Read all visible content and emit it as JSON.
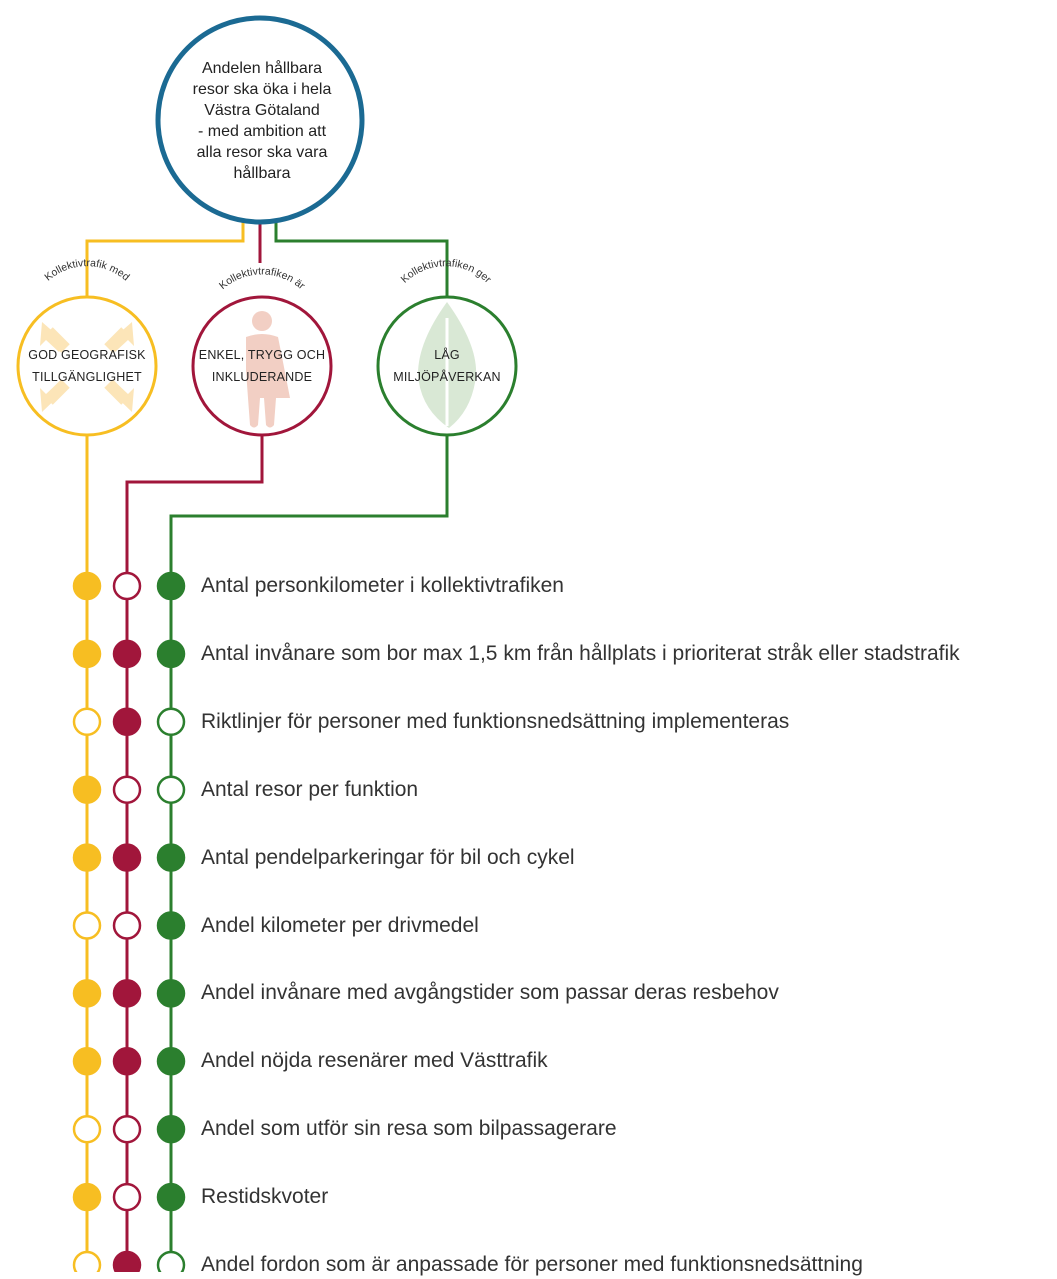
{
  "colors": {
    "blue": "#1b6a93",
    "yellow": "#f7be22",
    "red": "#a1163b",
    "green": "#2b7f2e",
    "yellow_icon": "#fce5b8",
    "red_icon": "#f2cfc4",
    "green_icon": "#d9e8d5"
  },
  "goal": {
    "text": "Andelen hållbara\nresor ska öka i hela\nVästra Götaland\n- med ambition att\nalla resor ska vara\nhållbara"
  },
  "goals": [
    {
      "key": "geography",
      "color": "yellow",
      "arc_label": "Kollektivtrafik med",
      "text": "GOD GEOGRAFISK\nTILLGÄNGLIGHET",
      "icon": "four-arrows-icon"
    },
    {
      "key": "inclusion",
      "color": "red",
      "arc_label": "Kollektivtrafiken är",
      "text": "ENKEL, TRYGG OCH\nINKLUDERANDE",
      "icon": "person-icon"
    },
    {
      "key": "environment",
      "color": "green",
      "arc_label": "Kollektivtrafiken ger",
      "text": "LÅG\nMILJÖPÅVERKAN",
      "icon": "leaf-icon"
    }
  ],
  "indicators": [
    {
      "label": "Antal personkilometer i kollektivtrafiken",
      "yellow": true,
      "red": false,
      "green": true
    },
    {
      "label": "Antal invånare som bor max 1,5 km från hållplats i prioriterat stråk eller stadstrafik",
      "yellow": true,
      "red": true,
      "green": true
    },
    {
      "label": "Riktlinjer för personer med funktionsnedsättning implementeras",
      "yellow": false,
      "red": true,
      "green": false
    },
    {
      "label": "Antal resor per funktion",
      "yellow": true,
      "red": false,
      "green": false
    },
    {
      "label": "Antal pendelparkeringar för bil och cykel",
      "yellow": true,
      "red": true,
      "green": true
    },
    {
      "label": "Andel kilometer per drivmedel",
      "yellow": false,
      "red": false,
      "green": true
    },
    {
      "label": "Andel invånare med avgångstider som passar deras resbehov",
      "yellow": true,
      "red": true,
      "green": true
    },
    {
      "label": "Andel nöjda resenärer med Västtrafik",
      "yellow": true,
      "red": true,
      "green": true
    },
    {
      "label": "Andel som utför sin resa som bilpassagerare",
      "yellow": false,
      "red": false,
      "green": true
    },
    {
      "label": "Restidskvoter",
      "yellow": true,
      "red": false,
      "green": true
    },
    {
      "label": "Andel fordon som är anpassade för personer med funktionsnedsättning",
      "yellow": false,
      "red": true,
      "green": false
    }
  ]
}
